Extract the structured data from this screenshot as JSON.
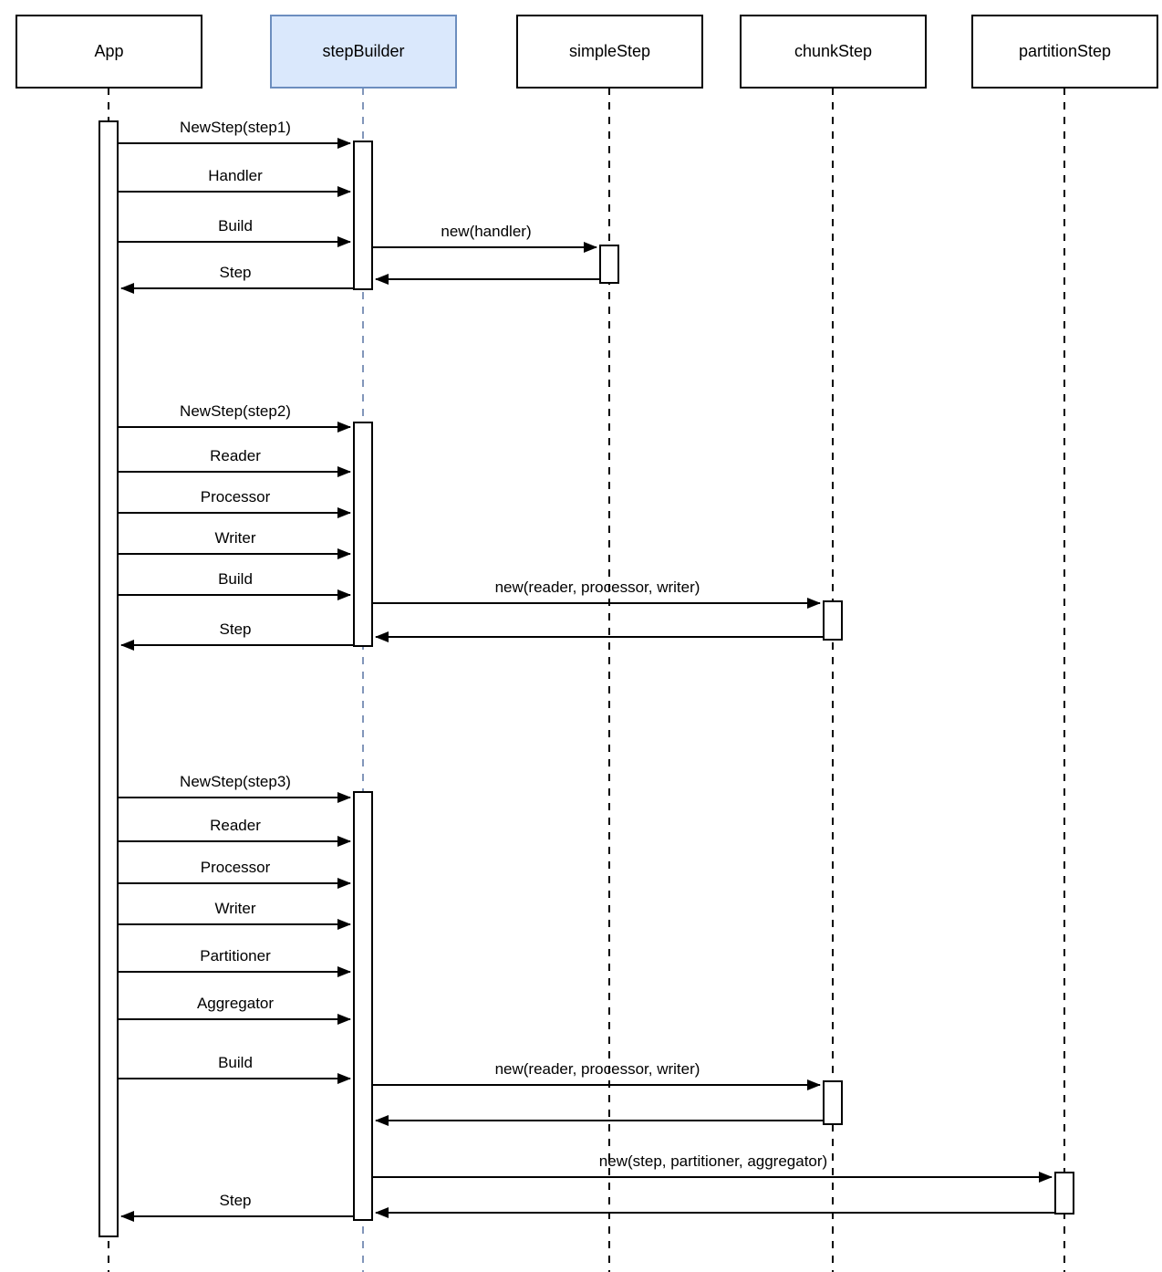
{
  "diagram": {
    "type": "uml-sequence-diagram"
  },
  "participants": [
    {
      "id": "app",
      "name": "App",
      "highlighted": false
    },
    {
      "id": "stepBuilder",
      "name": "stepBuilder",
      "highlighted": true
    },
    {
      "id": "simpleStep",
      "name": "simpleStep",
      "highlighted": false
    },
    {
      "id": "chunkStep",
      "name": "chunkStep",
      "highlighted": false
    },
    {
      "id": "partitionStep",
      "name": "partitionStep",
      "highlighted": false
    }
  ],
  "colors": {
    "highlight_fill": "#dae8fc",
    "highlight_border": "#6c8ebf",
    "highlight_lifeline": "#8296ba",
    "default_stroke": "#000000",
    "background": "#ffffff"
  },
  "messages": [
    {
      "from": "App",
      "to": "stepBuilder",
      "label": "NewStep(step1)",
      "kind": "call"
    },
    {
      "from": "App",
      "to": "stepBuilder",
      "label": "Handler",
      "kind": "call"
    },
    {
      "from": "App",
      "to": "stepBuilder",
      "label": "Build",
      "kind": "call"
    },
    {
      "from": "stepBuilder",
      "to": "simpleStep",
      "label": "new(handler)",
      "kind": "call"
    },
    {
      "from": "simpleStep",
      "to": "stepBuilder",
      "label": "",
      "kind": "return"
    },
    {
      "from": "stepBuilder",
      "to": "App",
      "label": "Step",
      "kind": "return"
    },
    {
      "from": "App",
      "to": "stepBuilder",
      "label": "NewStep(step2)",
      "kind": "call"
    },
    {
      "from": "App",
      "to": "stepBuilder",
      "label": "Reader",
      "kind": "call"
    },
    {
      "from": "App",
      "to": "stepBuilder",
      "label": "Processor",
      "kind": "call"
    },
    {
      "from": "App",
      "to": "stepBuilder",
      "label": "Writer",
      "kind": "call"
    },
    {
      "from": "App",
      "to": "stepBuilder",
      "label": "Build",
      "kind": "call"
    },
    {
      "from": "stepBuilder",
      "to": "chunkStep",
      "label": "new(reader, processor, writer)",
      "kind": "call"
    },
    {
      "from": "chunkStep",
      "to": "stepBuilder",
      "label": "",
      "kind": "return"
    },
    {
      "from": "stepBuilder",
      "to": "App",
      "label": "Step",
      "kind": "return"
    },
    {
      "from": "App",
      "to": "stepBuilder",
      "label": "NewStep(step3)",
      "kind": "call"
    },
    {
      "from": "App",
      "to": "stepBuilder",
      "label": "Reader",
      "kind": "call"
    },
    {
      "from": "App",
      "to": "stepBuilder",
      "label": "Processor",
      "kind": "call"
    },
    {
      "from": "App",
      "to": "stepBuilder",
      "label": "Writer",
      "kind": "call"
    },
    {
      "from": "App",
      "to": "stepBuilder",
      "label": "Partitioner",
      "kind": "call"
    },
    {
      "from": "App",
      "to": "stepBuilder",
      "label": "Aggregator",
      "kind": "call"
    },
    {
      "from": "App",
      "to": "stepBuilder",
      "label": "Build",
      "kind": "call"
    },
    {
      "from": "stepBuilder",
      "to": "chunkStep",
      "label": "new(reader, processor, writer)",
      "kind": "call"
    },
    {
      "from": "chunkStep",
      "to": "stepBuilder",
      "label": "",
      "kind": "return"
    },
    {
      "from": "stepBuilder",
      "to": "partitionStep",
      "label": "new(step, partitioner, aggregator)",
      "kind": "call"
    },
    {
      "from": "partitionStep",
      "to": "stepBuilder",
      "label": "",
      "kind": "return"
    },
    {
      "from": "stepBuilder",
      "to": "App",
      "label": "Step",
      "kind": "return"
    }
  ]
}
